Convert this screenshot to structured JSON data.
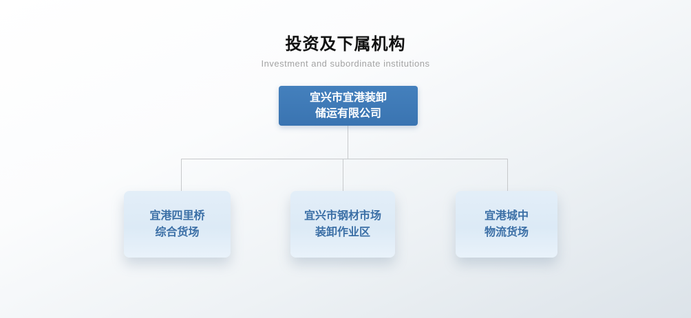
{
  "header": {
    "title": "投资及下属机构",
    "subtitle": "Investment and subordinate institutions"
  },
  "org": {
    "root": {
      "lines": [
        "宜兴市宜港装卸",
        "储运有限公司"
      ]
    },
    "children": [
      {
        "lines": [
          "宜港四里桥",
          "综合货场"
        ]
      },
      {
        "lines": [
          "宜兴市钢材市场",
          "装卸作业区"
        ]
      },
      {
        "lines": [
          "宜港城中",
          "物流货场"
        ]
      }
    ]
  },
  "colors": {
    "root_box_bg": "#3d78b5",
    "root_box_text": "#ffffff",
    "child_box_bg": "#dfeaf5",
    "child_box_text": "#3b6fa6",
    "connector_line": "#c7c9cb",
    "title_text": "#111111",
    "subtitle_text": "#a3a3a3"
  }
}
